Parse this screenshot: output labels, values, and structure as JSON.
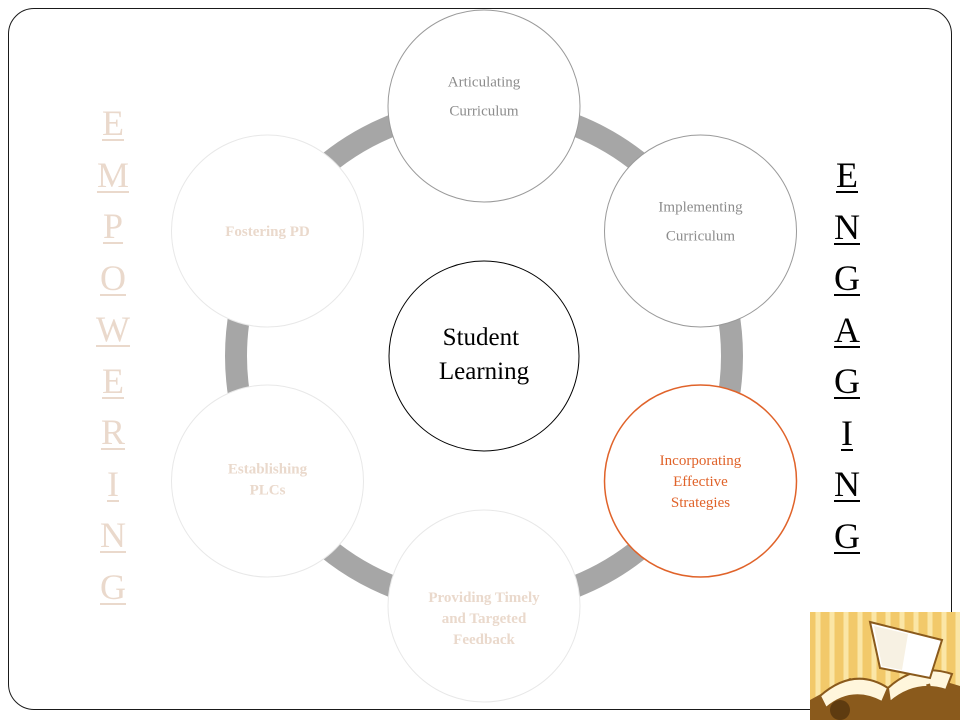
{
  "slide": {
    "center_label": [
      "Student",
      "Learning"
    ],
    "nodes": [
      {
        "id": "articulating-curriculum",
        "lines": [
          "Articulating",
          "Curriculum"
        ],
        "state": "dim"
      },
      {
        "id": "implementing-curriculum",
        "lines": [
          "Implementing",
          "Curriculum"
        ],
        "state": "dim"
      },
      {
        "id": "incorporating-effective-strategies",
        "lines": [
          "Incorporating",
          "Effective",
          "Strategies"
        ],
        "state": "highlighted"
      },
      {
        "id": "providing-timely-targeted-feedback",
        "lines": [
          "Providing Timely",
          "and Targeted",
          "Feedback"
        ],
        "state": "faded"
      },
      {
        "id": "establishing-plcs",
        "lines": [
          "Establishing",
          "PLCs"
        ],
        "state": "faded"
      },
      {
        "id": "fostering-pd",
        "lines": [
          "Fostering PD"
        ],
        "state": "faded"
      }
    ],
    "left_word": [
      "E",
      "M",
      "P",
      "O",
      "W",
      "E",
      "R",
      "I",
      "N",
      "G"
    ],
    "right_word": [
      "E",
      "N",
      "G",
      "A",
      "G",
      "I",
      "N",
      "G"
    ]
  },
  "colors": {
    "ring": "#a6a6a6",
    "highlight": "#e0632a",
    "dim_text": "#8c8c8c",
    "faded_text": "#ead9cc",
    "frame": "#1a1a1a"
  },
  "icons": {
    "corner": "open-book-icon"
  }
}
